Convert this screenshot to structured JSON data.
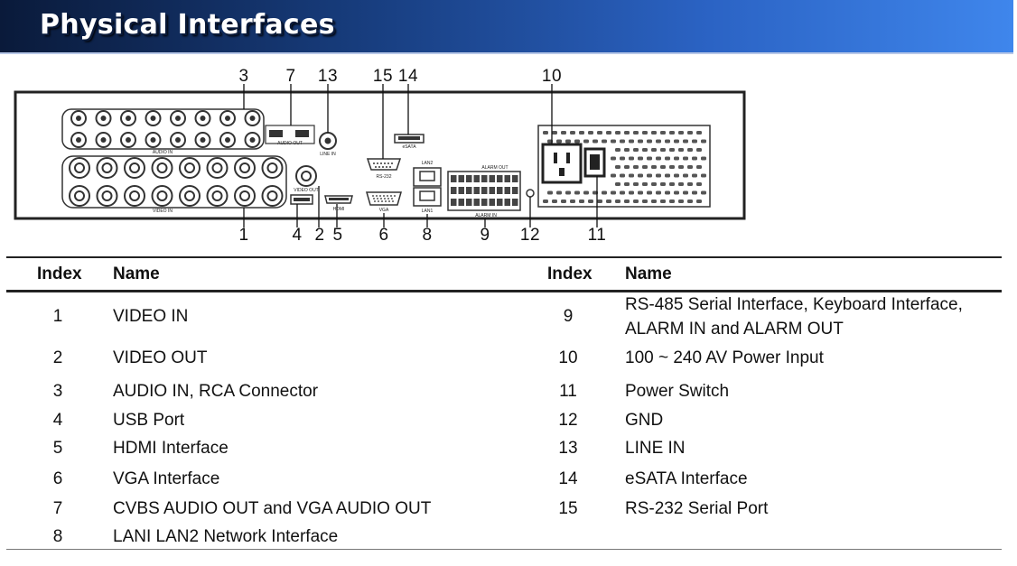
{
  "title": "Physical Interfaces",
  "table": {
    "headers": {
      "index": "Index",
      "name": "Name"
    },
    "left_rows": [
      {
        "index": "1",
        "name": "VIDEO IN"
      },
      {
        "index": "2",
        "name": "VIDEO OUT"
      },
      {
        "index": "3",
        "name": "AUDIO IN, RCA Connector"
      },
      {
        "index": "4",
        "name": "USB Port"
      },
      {
        "index": "5",
        "name": "HDMI Interface"
      },
      {
        "index": "6",
        "name": "VGA Interface"
      },
      {
        "index": "7",
        "name": "CVBS AUDIO OUT and VGA AUDIO OUT"
      },
      {
        "index": "8",
        "name": "LANI LAN2 Network Interface"
      }
    ],
    "right_rows": [
      {
        "index": "9",
        "name_line1": "RS-485 Serial Interface, Keyboard Interface,",
        "name_line2": "ALARM IN and ALARM OUT"
      },
      {
        "index": "10",
        "name": "100 ~ 240 AV Power Input"
      },
      {
        "index": "11",
        "name": "Power Switch"
      },
      {
        "index": "12",
        "name": "GND"
      },
      {
        "index": "13",
        "name": "LINE IN"
      },
      {
        "index": "14",
        "name": "eSATA Interface"
      },
      {
        "index": "15",
        "name": "RS-232 Serial Port"
      }
    ]
  },
  "diagram": {
    "callouts": [
      "1",
      "2",
      "3",
      "4",
      "5",
      "6",
      "7",
      "8",
      "9",
      "10",
      "11",
      "12",
      "13",
      "14",
      "15"
    ],
    "panel_labels": {
      "audio_in": "AUDIO IN",
      "video_in": "VIDEO IN",
      "audio_out": "AUDIO OUT",
      "line_in": "LINE IN",
      "video_out": "VIDEO OUT",
      "hdmi": "HDMI",
      "rs232": "RS-232",
      "vga": "VGA",
      "esata": "eSATA",
      "lan2": "LAN2",
      "lan1": "LAN1",
      "alarm_out": "ALARM OUT",
      "alarm_in": "ALARM IN"
    }
  }
}
